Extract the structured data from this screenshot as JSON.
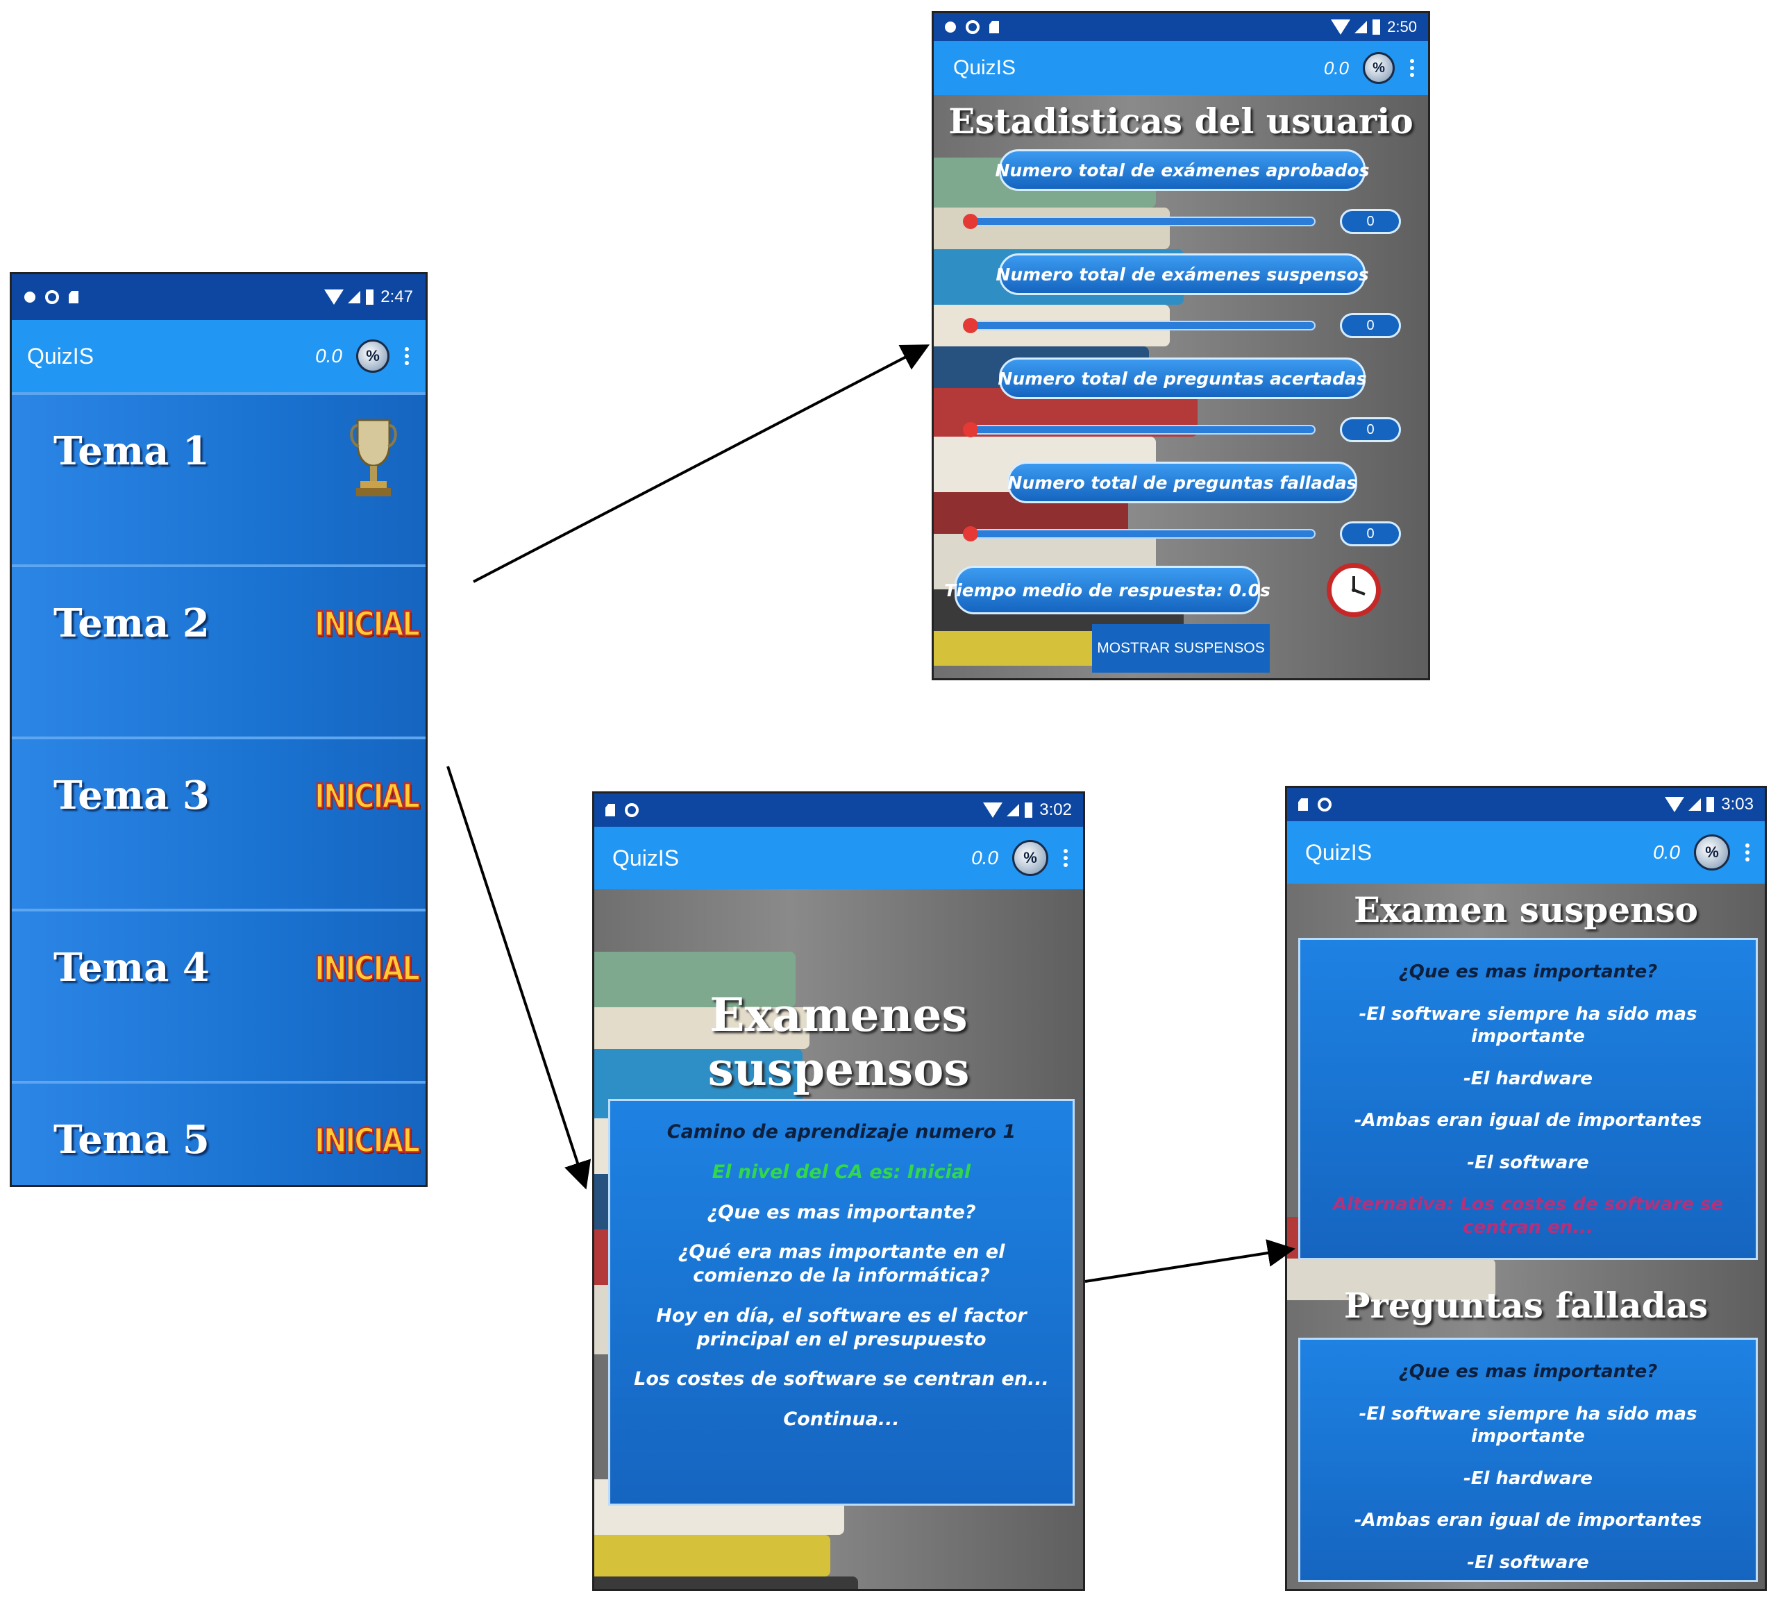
{
  "app_title": "QuizIS",
  "score": "0.0",
  "badge_text": "%",
  "phone_a": {
    "time": "2:47",
    "temas": [
      {
        "label": "Tema 1",
        "status": "trophy"
      },
      {
        "label": "Tema 2",
        "status": "INICIAL"
      },
      {
        "label": "Tema 3",
        "status": "INICIAL"
      },
      {
        "label": "Tema 4",
        "status": "INICIAL"
      },
      {
        "label": "Tema 5",
        "status": "INICIAL"
      }
    ]
  },
  "phone_b": {
    "time": "2:50",
    "title": "Estadisticas del usuario",
    "stats": [
      {
        "label": "Numero total de exámenes aprobados",
        "value": "0"
      },
      {
        "label": "Numero total de exámenes suspensos",
        "value": "0"
      },
      {
        "label": "Numero total de preguntas acertadas",
        "value": "0"
      },
      {
        "label": "Numero total de preguntas falladas",
        "value": "0"
      }
    ],
    "avg_time": "Tiempo medio de respuesta: 0.0s",
    "button": "MOSTRAR SUSPENSOS"
  },
  "phone_c": {
    "time": "3:02",
    "title": "Examenes suspensos",
    "card_lines": [
      "Camino de aprendizaje numero 1",
      "El nivel del CA es: Inicial",
      "¿Que es mas importante?",
      "¿Qué era mas importante en el comienzo de la informática?",
      "Hoy en día, el software es el factor principal en el presupuesto",
      "Los costes de software se centran en...",
      "Continua..."
    ]
  },
  "phone_d": {
    "time": "3:03",
    "title1": "Examen suspenso",
    "card1_lines": [
      "¿Que es mas importante?",
      "-El software siempre ha sido mas importante",
      "-El hardware",
      "-Ambas eran igual de importantes",
      "-El software",
      "Alternativa: Los costes de software se centran en..."
    ],
    "title2": "Preguntas falladas",
    "card2_lines": [
      "¿Que es mas importante?",
      "-El software siempre ha sido mas importante",
      "-El hardware",
      "-Ambas eran igual de importantes",
      "-El software"
    ]
  },
  "colors": {
    "statusbar": "#0d47a1",
    "appbar": "#2196f3",
    "card": "#1565c0",
    "accent_red": "#e53935",
    "inicial": "#ffcc33"
  }
}
